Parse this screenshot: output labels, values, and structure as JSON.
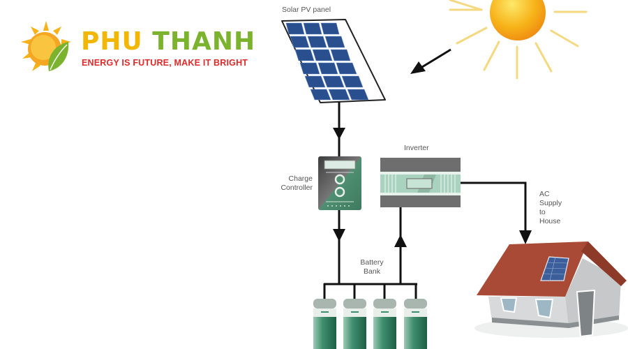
{
  "logo": {
    "word1": "PHU",
    "word2": "THANH",
    "tagline": "ENERGY IS FUTURE, MAKE IT BRIGHT",
    "colors": {
      "yellow": "#f2b705",
      "green": "#7bb32e",
      "red": "#e02a2a"
    }
  },
  "diagram": {
    "solar_panel_label": "Solar PV panel",
    "charge_controller_label_1": "Charge",
    "charge_controller_label_2": "Controller",
    "inverter_label": "Inverter",
    "ac_label_1": "AC",
    "ac_label_2": "Supply",
    "ac_label_3": "to",
    "ac_label_4": "House",
    "battery_label_1": "Battery",
    "battery_label_2": "Bank",
    "battery_count": 4,
    "colors": {
      "panel_cell": "#2a4f8f",
      "device_green": "#4f8f72",
      "device_grey": "#6e6e6e",
      "roof": "#a84a35",
      "sun": "#f7b218"
    }
  }
}
